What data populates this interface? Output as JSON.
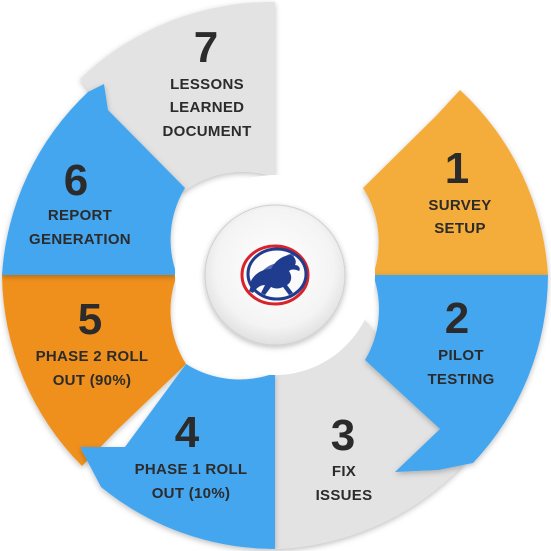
{
  "steps": [
    {
      "number": "1",
      "lines": [
        "SURVEY",
        "SETUP"
      ]
    },
    {
      "number": "2",
      "lines": [
        "PILOT",
        "TESTING"
      ]
    },
    {
      "number": "3",
      "lines": [
        "FIX",
        "ISSUES"
      ]
    },
    {
      "number": "4",
      "lines": [
        "PHASE 1 ROLL",
        "OUT (10%)"
      ]
    },
    {
      "number": "5",
      "lines": [
        "PHASE 2 ROLL",
        "OUT (90%)"
      ]
    },
    {
      "number": "6",
      "lines": [
        "REPORT",
        "GENERATION"
      ]
    },
    {
      "number": "7",
      "lines": [
        "LESSONS",
        "LEARNED",
        "DOCUMENT"
      ]
    }
  ],
  "colors": {
    "orange_light": "#F4AC3A",
    "orange_dark": "#F0901E",
    "blue": "#45A6F0",
    "gray": "#E3E3E3",
    "text": "#2b2b2b",
    "logo_blue": "#1F3C8F",
    "logo_red": "#D8232A"
  },
  "logo": {
    "icon": "running-horses-logo-icon"
  }
}
